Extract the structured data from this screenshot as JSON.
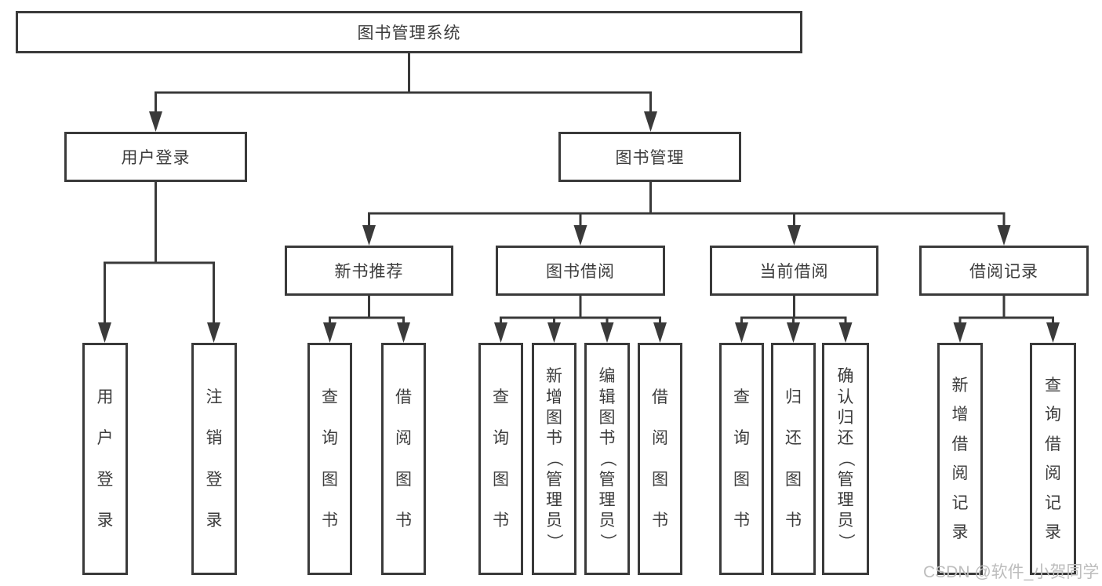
{
  "diagram": {
    "root": "图书管理系统",
    "level2": [
      {
        "label": "用户登录"
      },
      {
        "label": "图书管理"
      }
    ],
    "level3": [
      {
        "label": "新书推荐"
      },
      {
        "label": "图书借阅"
      },
      {
        "label": "当前借阅"
      },
      {
        "label": "借阅记录"
      }
    ],
    "leaves": {
      "user_login_group": [
        "用户登录",
        "注销登录"
      ],
      "new_book_group": [
        "查询图书",
        "借阅图书"
      ],
      "book_borrow_group": [
        "查询图书",
        "新增图书（管理员）",
        "编辑图书（管理员）",
        "借阅图书"
      ],
      "current_borrow_group": [
        "查询图书",
        "归还图书",
        "确认归还（管理员）"
      ],
      "borrow_record_group": [
        "新增借阅记录",
        "查询借阅记录"
      ]
    }
  },
  "watermark": "CSDN @软件_小贺同学",
  "colors": {
    "line": "#3a3a3a",
    "text": "#3c3c3c",
    "watermark": "#bdbdbd",
    "bg": "#ffffff"
  }
}
